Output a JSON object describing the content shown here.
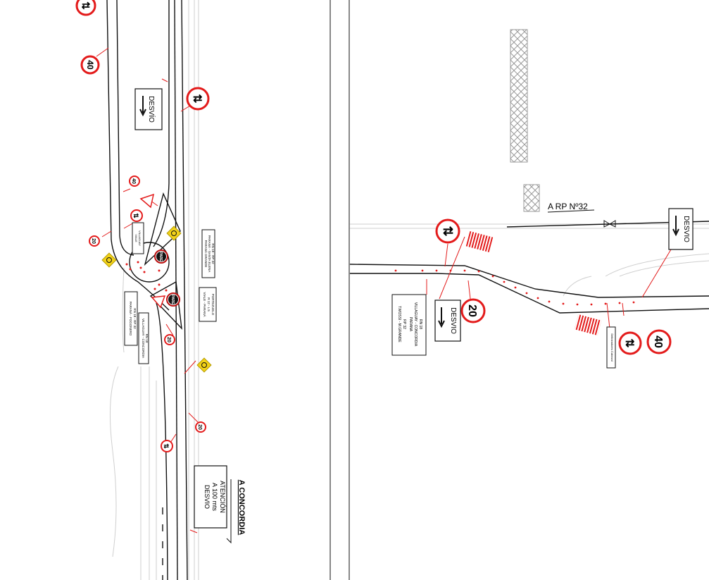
{
  "colors": {
    "background": "#ffffff",
    "road_line": "#111111",
    "faint_line": "#c8c8c8",
    "signal_red": "#e31b1b",
    "warning_yellow": "#f2d21a",
    "hatch": "#9a9a9a"
  },
  "left_sheet": {
    "desvio_sign": {
      "text": "DESVÍO"
    },
    "speed_signs": [
      "40",
      "40",
      "20",
      "20",
      "20"
    ],
    "two_way_signs": [
      "⇅",
      "⇅",
      "⇅",
      "⇅"
    ],
    "pare_signs": [
      "PARE",
      "PARE"
    ],
    "rn18_sign": {
      "lines": [
        "RN 18 - RP 32",
        "PARANÁ - SANTA ELENA",
        "PARANÁ GRANDE"
      ]
    },
    "port_sign": {
      "lines": [
        "PORTEZUELO",
        "R 12 - L 5",
        "VIALE - PARANÁ"
      ]
    },
    "rn18b_sign": {
      "lines": [
        "RN 18 - RP 32",
        "PARANÁ - FOGONERO"
      ]
    },
    "rn18c_sign": {
      "lines": [
        "RN 18",
        "VILLAGUAY - CONCORDIA"
      ]
    },
    "small_vertical_sign": {
      "lines": [
        "VILLAGUAY",
        "VIALE"
      ]
    },
    "attention_sign": {
      "lines": [
        "ATENCIÓN",
        "A 100 mts",
        "DESVIO"
      ]
    },
    "destination": {
      "text": "A CONCORDIA"
    }
  },
  "right_sheet": {
    "rp32_label": {
      "text": "A RP Nº32"
    },
    "desvio_sign_top": {
      "text": "DESVIO"
    },
    "desvio_sign_bottom": {
      "text": "DESVIO"
    },
    "speed_20": {
      "text": "20"
    },
    "speed_40": {
      "text": "40"
    },
    "two_way_1": {
      "text": "⇅"
    },
    "two_way_2": {
      "text": "⇅"
    },
    "info_sign": {
      "lines": [
        "RN 18",
        "VILLAGUAY - CONCORDIA",
        "PARANA",
        "RP 32",
        "T.MOSSI - M.GRANDE"
      ]
    },
    "small_label": {
      "text": "Delineadores Cabezal"
    }
  }
}
